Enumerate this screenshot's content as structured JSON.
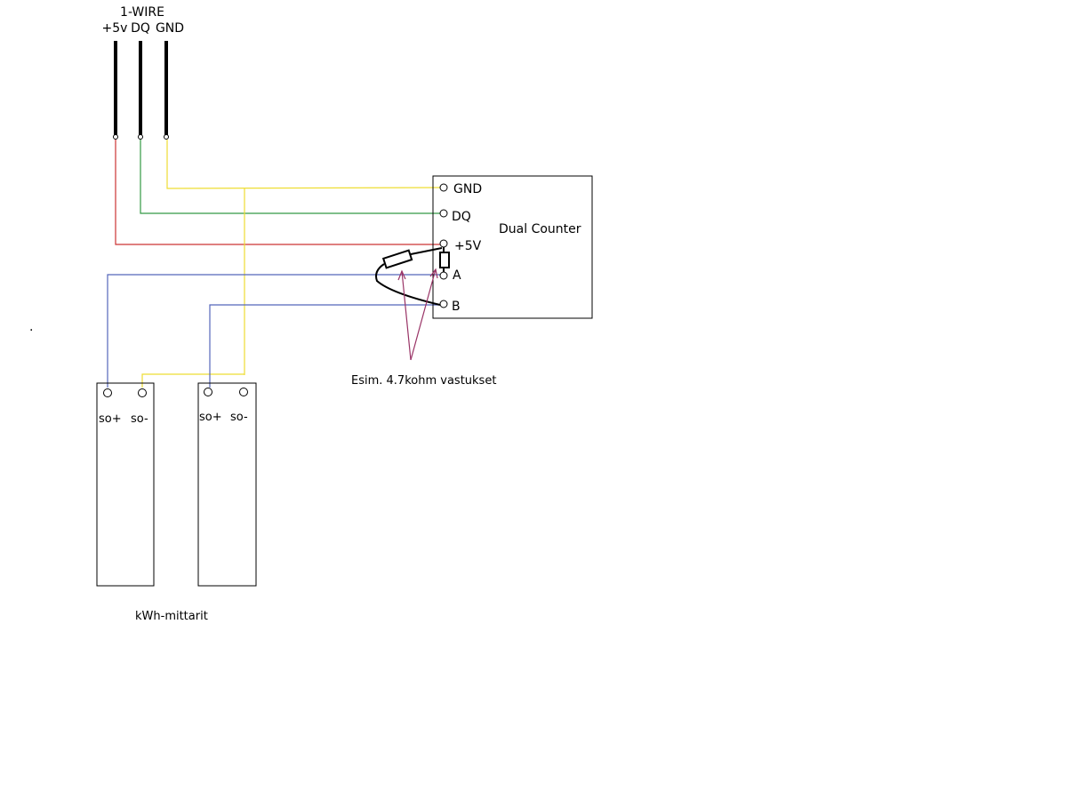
{
  "connector": {
    "title": "1-WIRE",
    "pins": [
      "+5v",
      "DQ",
      "GND"
    ]
  },
  "counter": {
    "title": "Dual Counter",
    "terminals": [
      "GND",
      "DQ",
      "+5V",
      "A",
      "B"
    ]
  },
  "resistor_note": "Esim. 4.7kohm vastukset",
  "meters": {
    "caption": "kWh-mittarit",
    "terminal_labels": [
      "so+",
      "so-"
    ]
  },
  "stray_mark": ".",
  "colors": {
    "red_wire": "#cc3333",
    "green_wire": "#339944",
    "yellow_wire": "#eedd33",
    "blue_wire": "#5566bb",
    "resistor_wire": "#000000",
    "arrow": "#993366",
    "cable": "#000000",
    "outline": "#000000"
  }
}
